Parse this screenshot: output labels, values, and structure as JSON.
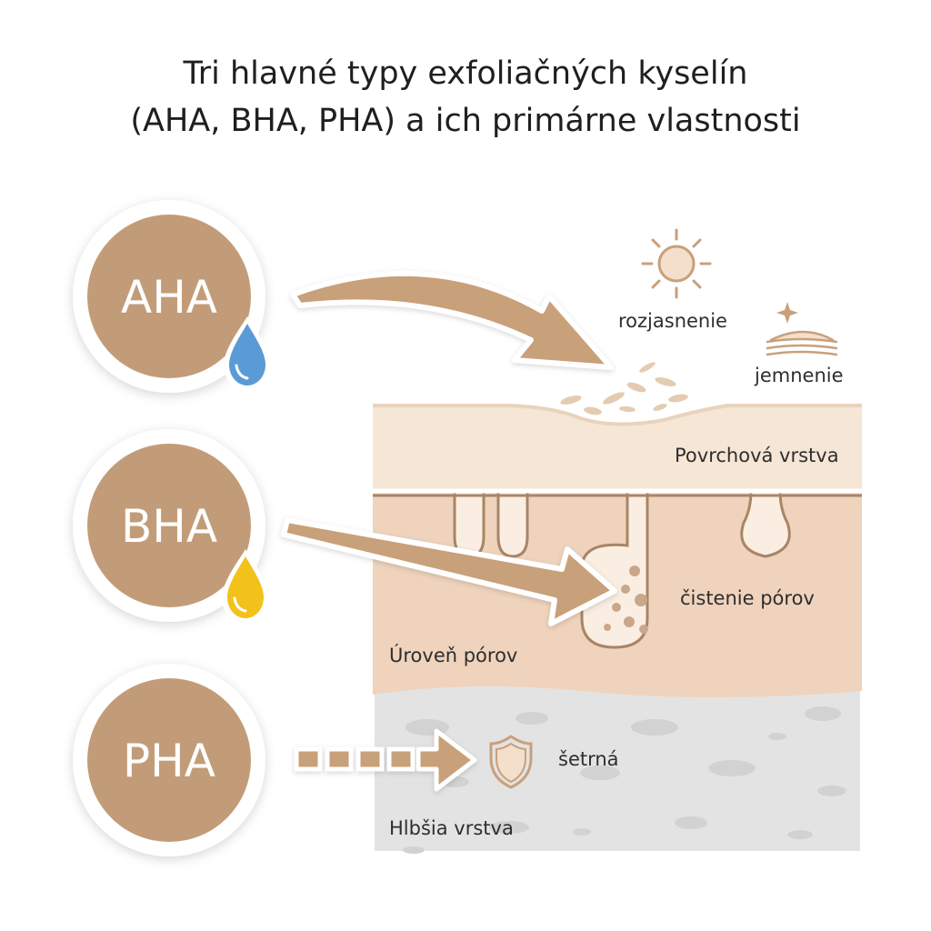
{
  "title": {
    "line1": "Tri hlavné typy exfoliačných kyselín",
    "line2": "(AHA, BHA, PHA) a ich primárne vlastnosti"
  },
  "acids": [
    {
      "label": "AHA",
      "drop_color": "#5b9bd5",
      "drop_icon": "water-drop-icon"
    },
    {
      "label": "BHA",
      "drop_color": "#f2c21b",
      "drop_icon": "oil-drop-icon"
    },
    {
      "label": "PHA"
    }
  ],
  "effects": {
    "brightening": "rozjasnenie",
    "smoothing": "jemnenie",
    "pore_cleansing": "čistenie pórov",
    "gentle": "šetrná"
  },
  "layers": {
    "surface": "Povrchová vrstva",
    "pores": "Úroveň pórov",
    "deep": "Hlbšia vrstva"
  },
  "icons": [
    "sun-icon",
    "sparkle-icon",
    "smooth-layers-icon",
    "shield-icon"
  ],
  "colors": {
    "acid_circle": "#c29c78",
    "arrow": "#c8a07a",
    "surface_layer": "#f6e6d5",
    "pore_layer": "#efd3bc",
    "deep_layer": "#e3e3e3",
    "pore_outline": "#a98566"
  }
}
